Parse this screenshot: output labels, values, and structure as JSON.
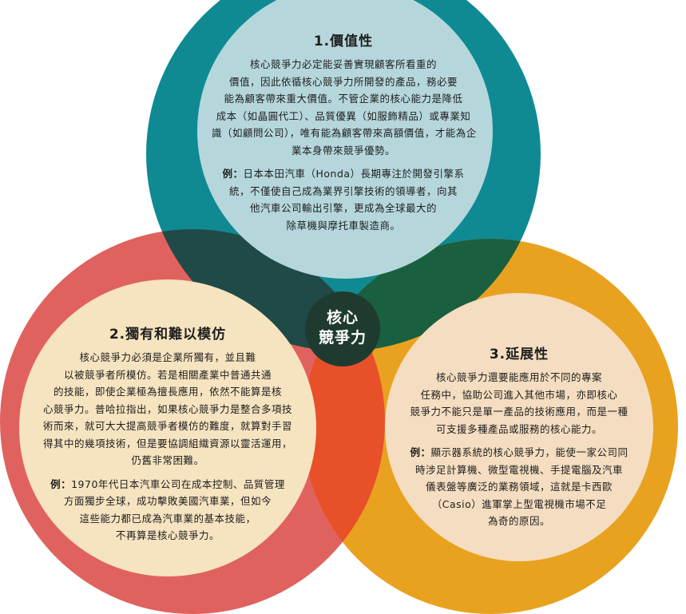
{
  "colors": {
    "teal": "#0f8a93",
    "red": "#e0625e",
    "orange": "#e8a21f",
    "teal_red": "#1f4a47",
    "teal_orange": "#1a5f3f",
    "red_orange": "#e8502a",
    "center": "#1f3b2f",
    "panel_fill_top": "#b5d7dc",
    "panel_fill_left": "#f6e3c0",
    "panel_fill_right": "#f4ddc0"
  },
  "center": {
    "lines": [
      "核心",
      "競爭力"
    ]
  },
  "panels": [
    {
      "id": "value",
      "title": "1.價值性",
      "body": [
        "核心競爭力必定能妥善實現顧客所看重的",
        "價值，因此依循核心競爭力所開發的產品，務必要",
        "能為顧客帶來重大價值。不管企業的核心能力是降低",
        "成本（如晶圓代工）、品質優異（如服飾精品）或專業知",
        "識（如顧問公司），唯有能為顧客帶來高額價值，才能為企",
        "業本身帶來競爭優勢。"
      ],
      "example_label": "例：",
      "example": [
        "日本本田汽車（Honda）長期專注於開發引擎系",
        "統，不僅使自己成為業界引擎技術的領導者，向其",
        "他汽車公司輸出引擎，更成為全球最大的",
        "除草機與摩托車製造商。"
      ]
    },
    {
      "id": "unique",
      "title": "2.獨有和難以模仿",
      "body": [
        "核心競爭力必須是企業所獨有，並且難",
        "以被競爭者所模仿。若是相關產業中普通共通",
        "的技能，即使企業極為擅長應用，依然不能算是核",
        "心競爭力。普哈拉指出，如果核心競爭力是整合多項技",
        "術而來，就可大大提高競爭者模仿的難度，就算對手習",
        "得其中的幾項技術，但是要協調組織資源以靈活運用，",
        "仍舊非常困難。"
      ],
      "example_label": "例：",
      "example": [
        "1970年代日本汽車公司在成本控制、品質管理",
        "方面獨步全球，成功擊敗美國汽車業，但如今",
        "這些能力都已成為汽車業的基本技能，",
        "不再算是核心競爭力。"
      ]
    },
    {
      "id": "extend",
      "title": "3.延展性",
      "body": [
        "核心競爭力還要能應用於不同的專案",
        "任務中，協助公司進入其他市場，亦即核心",
        "競爭力不能只是單一產品的技術應用，而是一種",
        "可支援多種產品或服務的核心能力。"
      ],
      "example_label": "例：",
      "example": [
        "顯示器系統的核心競爭力，能使一家公司同",
        "時涉足計算機、微型電視機、手提電腦及汽車",
        "儀表盤等廣泛的業務領域，這就是卡西歐",
        "（Casio）進軍掌上型電視機市場不足",
        "為奇的原因。"
      ]
    }
  ]
}
